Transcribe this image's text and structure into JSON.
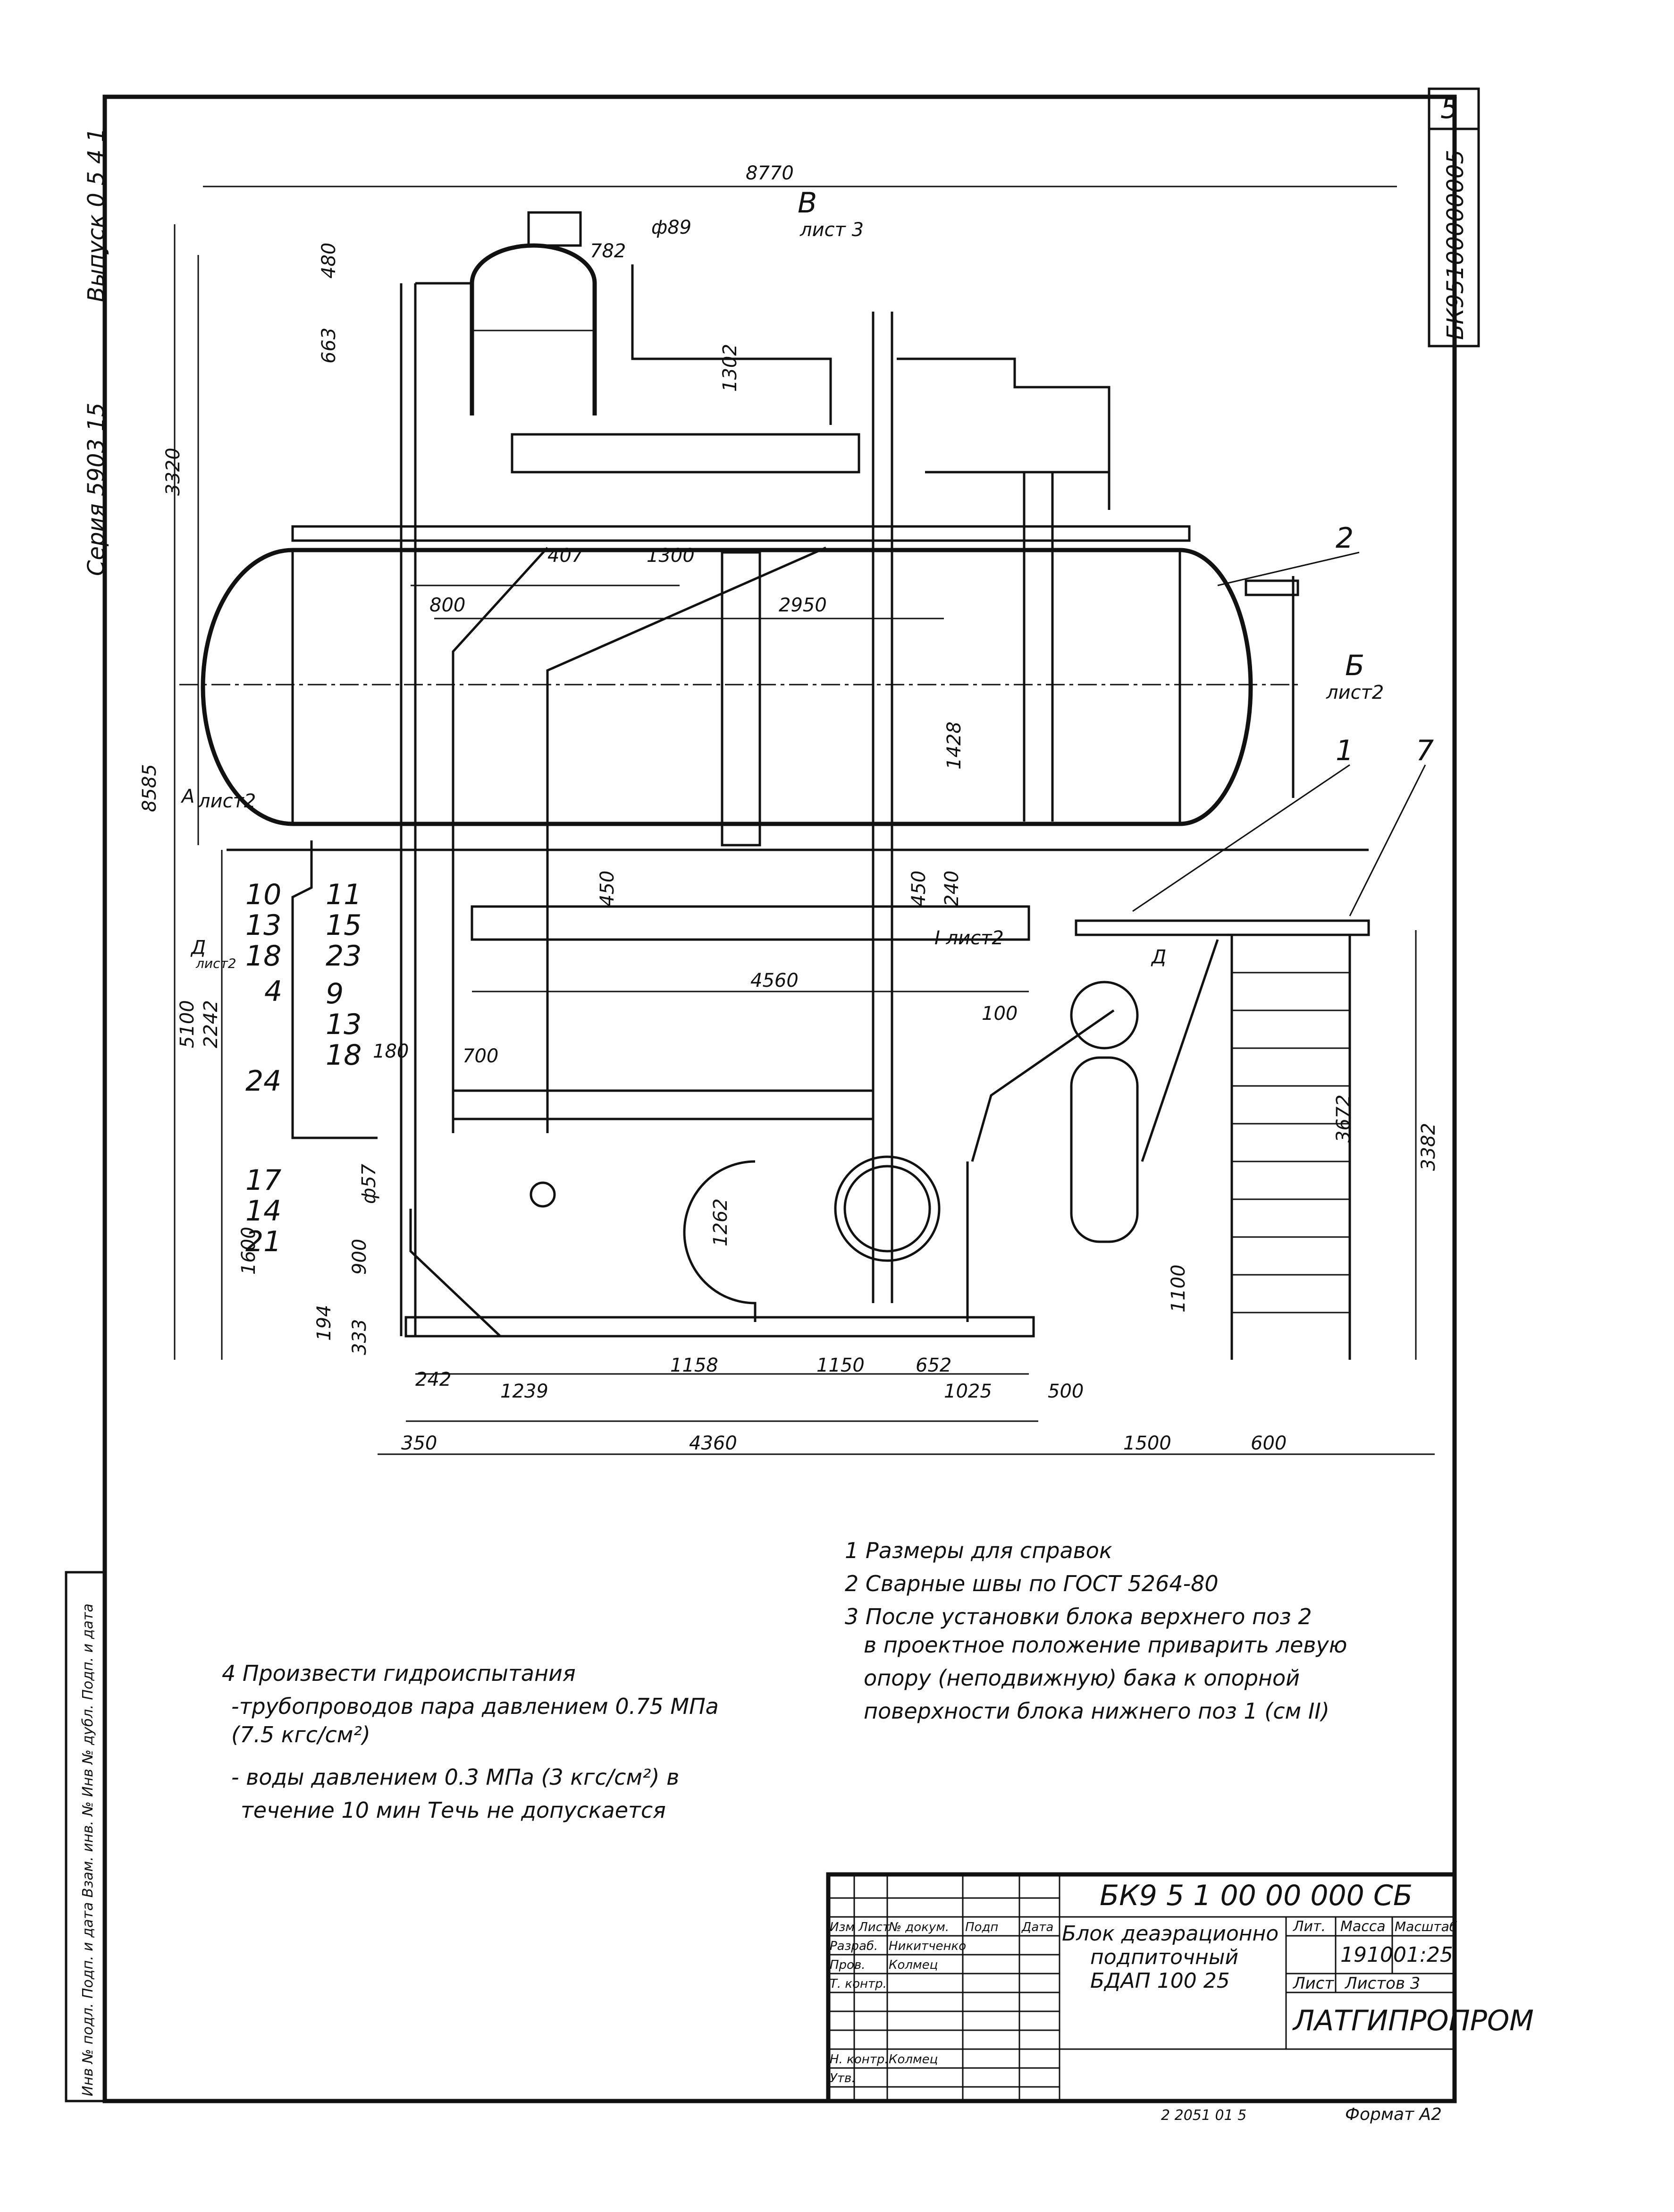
{
  "sheet": {
    "page_number": "5",
    "designation_vertical": "БК95100000005",
    "series_vertical": "Серия 5903 15",
    "issue_vertical": "Выпуск 0 5 4 1",
    "inv_table_vertical": "Инв № подл. Подп. и дата Взам. инв. № Инв № дубл. Подп. и дата"
  },
  "views": {
    "view_b_label": "В",
    "view_b_sheet": "лист 3",
    "view_b2_label": "Б",
    "view_b2_sheet": "лист2",
    "view_a_label": "А",
    "view_a_sheet": "лист2",
    "view_d_label": "Д",
    "view_d_sheet": "лист2",
    "view_d1_label": "Д",
    "section_i_label": "I лист2"
  },
  "dimensions": {
    "d8770": "8770",
    "d8585": "8585",
    "d3320": "3320",
    "d480": "480",
    "d663": "663",
    "d782": "782",
    "phi89": "ф89",
    "d1302": "1302",
    "d407": "407",
    "d1300": "1300",
    "d800": "800",
    "d2950": "2950",
    "d1428": "1428",
    "d450a": "450",
    "d450b": "450",
    "d240": "240",
    "d4560": "4560",
    "d100": "100",
    "d5100": "5100",
    "d2242": "2242",
    "d180": "180",
    "d700": "700",
    "d3672": "3672",
    "d3382": "3382",
    "d1262": "1262",
    "phi57": "ф57",
    "d900": "900",
    "d1600": "1600",
    "d194": "194",
    "d333": "333",
    "d1100": "1100",
    "d242": "242",
    "d1239": "1239",
    "d1158": "1158",
    "d1150": "1150",
    "d652": "652",
    "d1025": "1025",
    "d500": "500",
    "d350": "350",
    "d4360": "4360",
    "d1500": "1500",
    "d600": "600"
  },
  "positions": {
    "p1": "1",
    "p2": "2",
    "p7": "7",
    "p4": "4",
    "p24": "24",
    "g1a": "10",
    "g1b": "13",
    "g1c": "18",
    "g2a": "11",
    "g2b": "15",
    "g2c": "23",
    "g3a": "9",
    "g3b": "13",
    "g3c": "18",
    "g4a": "17",
    "g4b": "14",
    "g4c": "21"
  },
  "notes_right": {
    "n1": "1 Размеры для справок",
    "n2": "2 Сварные швы по ГОСТ 5264-80",
    "n3a": "3 После установки блока верхнего поз 2",
    "n3b": "в проектное положение приварить левую",
    "n3c": "опору (неподвижную) бака к опорной",
    "n3d": "поверхности блока нижнего поз 1 (см II)"
  },
  "notes_left": {
    "n4a": "4 Произвести гидроиспытания",
    "n4b": "-трубопроводов пара давлением 0.75 МПа",
    "n4c": "(7.5 кгс/см²)",
    "n4d": "- воды давлением 0.3 МПа   (3 кгс/см²) в",
    "n4e": "течение 10 мин Течь не допускается"
  },
  "title_block": {
    "designation": "БК9 5 1 00 00 000 СБ",
    "name1": "Блок деаэрационно",
    "name2": "подпиточный",
    "name3": "БДАП 100 25",
    "col_lit": "Лит.",
    "col_mass": "Масса",
    "col_scale": "Масштаб",
    "mass": "19100",
    "scale": "1:25",
    "sheet": "Лист",
    "sheets": "Листов 3",
    "org": "ЛАТГИПРОПРОМ",
    "rows": [
      {
        "role": "Изм Лист",
        "name": "№ докум.",
        "sign": "Подп",
        "date": "Дата"
      },
      {
        "role": "Разраб.",
        "name": "Никитченко",
        "sign": "",
        "date": ""
      },
      {
        "role": "Пров.",
        "name": "Колмец",
        "sign": "",
        "date": ""
      },
      {
        "role": "Т. контр.",
        "name": "",
        "sign": "",
        "date": ""
      },
      {
        "role": "Н. контр.",
        "name": "Колмец",
        "sign": "",
        "date": ""
      },
      {
        "role": "Утв.",
        "name": "",
        "sign": "",
        "date": ""
      }
    ],
    "footer_code": "2 2051 01 5",
    "format": "Формат А2"
  }
}
